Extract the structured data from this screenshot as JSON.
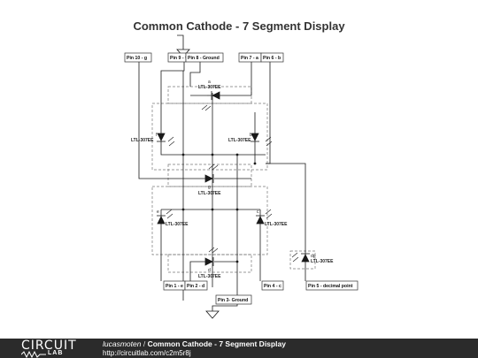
{
  "title": "Common Cathode - 7 Segment Display",
  "pins": {
    "pin10": "Pin 10 - g",
    "pin9": "Pin 9 - f",
    "pin8": "Pin 8 - Ground",
    "pin7": "Pin 7 - a",
    "pin6": "Pin 6 - b",
    "pin1": "Pin 1 - e",
    "pin2": "Pin 2 - d",
    "pin4": "Pin 4 - c",
    "pin5": "Pin 5 - decimal point",
    "pin3": "Pin 3- Ground"
  },
  "parts": {
    "model": "LTL-307EE",
    "segments": {
      "a": "a",
      "b": "b",
      "f": "f",
      "g": "g",
      "e": "e",
      "c": "c",
      "d": "d",
      "dp": "dp"
    }
  },
  "footer": {
    "logo_top": "CIRCUIT",
    "logo_bottom": "LAB",
    "author": "lucasmoten",
    "separator": "/",
    "circuit_title": "Common Cathode - 7 Segment Display",
    "url": "http://circuitlab.com/c2m5r8j"
  },
  "colors": {
    "footer_bg": "#2b2b2b",
    "wire": "#1a1a1a",
    "box_dash": "#777777"
  }
}
